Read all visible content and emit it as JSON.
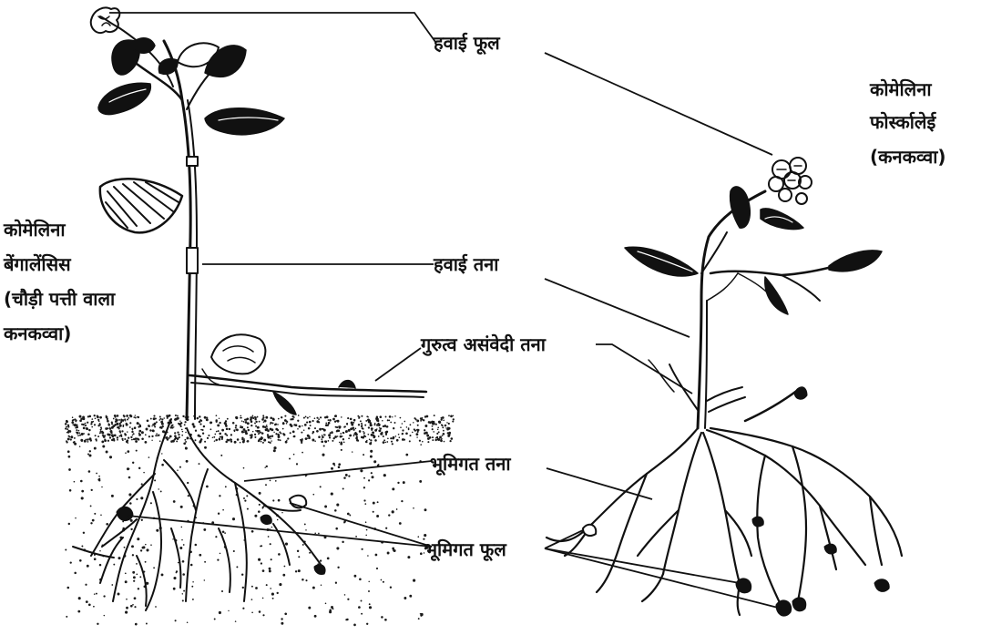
{
  "colors": {
    "ink": "#111111",
    "paper": "#ffffff",
    "soil": "#1a1a1a"
  },
  "labels": {
    "aerial_flower": "हवाई फूल",
    "aerial_stem": "हवाई तना",
    "gravity_insensitive_stem": "गुरुत्व असंवेदी तना",
    "underground_stem": "भूमिगत तना",
    "underground_flower": "भूमिगत फूल"
  },
  "plant_left": {
    "line1": "कोमेलिना",
    "line2": "बेंगालेंसिस",
    "line3": "(चौड़ी पत्ती वाला",
    "line4": "कनकव्वा)"
  },
  "plant_right": {
    "line1": "कोमेलिना",
    "line2": "फोर्स्कालेई",
    "line3": "(कनकव्वा)"
  }
}
